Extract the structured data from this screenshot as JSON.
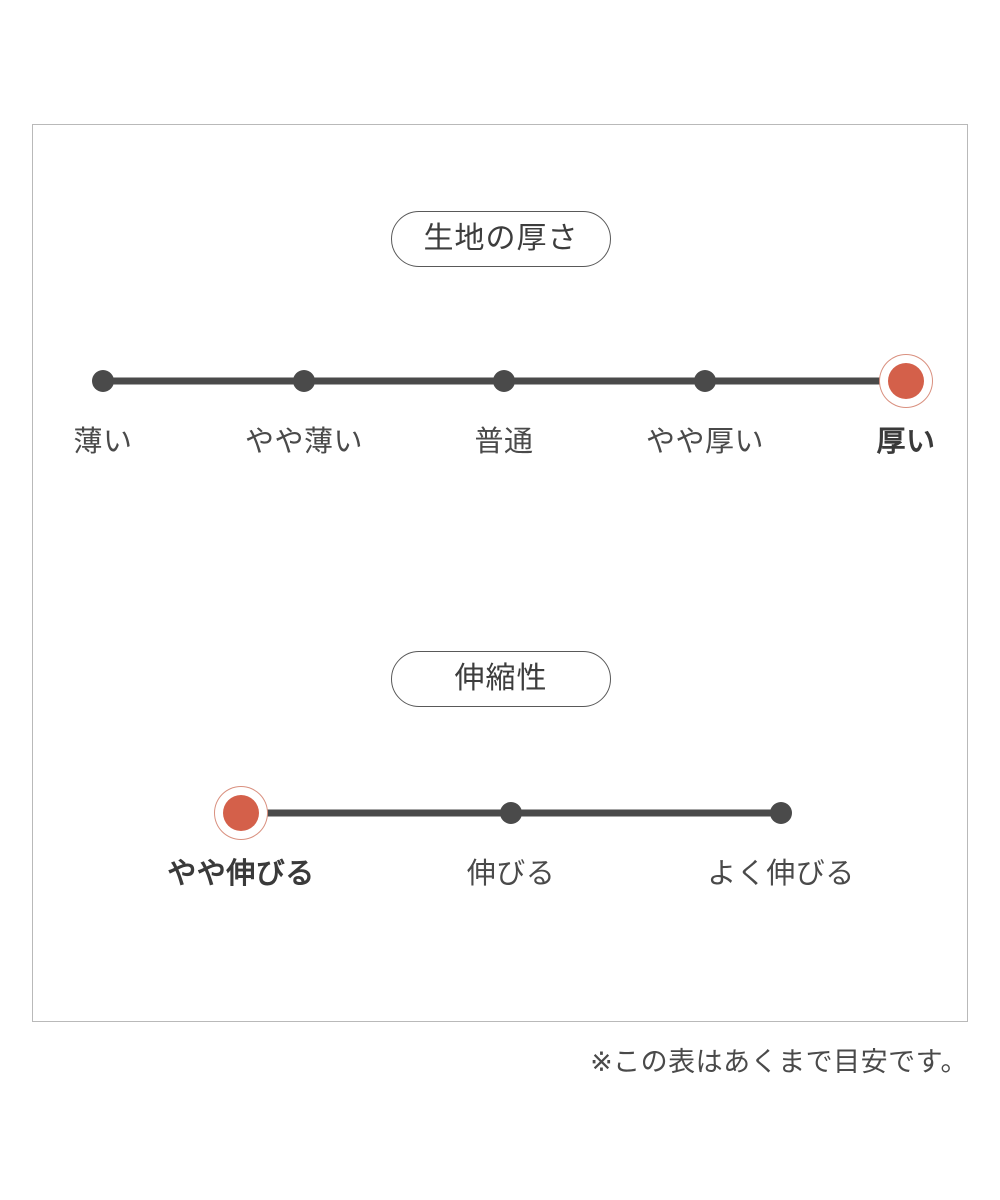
{
  "panel": {
    "border_color": "#b9b9b9"
  },
  "colors": {
    "selected_fill": "#d4604a",
    "selected_ring": "#d9907f",
    "dot": "#4a4a4a",
    "track": "#4a4a4a",
    "text": "#4a4a4a",
    "pill_border": "#595959"
  },
  "sections": [
    {
      "id": "fabric-thickness",
      "heading": "生地の厚さ",
      "selected_index": 4,
      "options": [
        {
          "label": "薄い",
          "selected": false
        },
        {
          "label": "やや薄い",
          "selected": false
        },
        {
          "label": "普通",
          "selected": false
        },
        {
          "label": "やや厚い",
          "selected": false
        },
        {
          "label": "厚い",
          "selected": true
        }
      ]
    },
    {
      "id": "stretchiness",
      "heading": "伸縮性",
      "selected_index": 0,
      "options": [
        {
          "label": "やや伸びる",
          "selected": true
        },
        {
          "label": "伸びる",
          "selected": false
        },
        {
          "label": "よく伸びる",
          "selected": false
        }
      ]
    }
  ],
  "footnote": "※この表はあくまで目安です。",
  "chart_data": {
    "type": "table",
    "title": "",
    "scales": [
      {
        "name": "生地の厚さ",
        "categories": [
          "薄い",
          "やや薄い",
          "普通",
          "やや厚い",
          "厚い"
        ],
        "values": [
          0,
          0,
          0,
          0,
          1
        ],
        "selected": "厚い",
        "selected_index": 4,
        "scale_min": 1,
        "scale_max": 5,
        "rating": 5
      },
      {
        "name": "伸縮性",
        "categories": [
          "やや伸びる",
          "伸びる",
          "よく伸びる"
        ],
        "values": [
          1,
          0,
          0
        ],
        "selected": "やや伸びる",
        "selected_index": 0,
        "scale_min": 1,
        "scale_max": 3,
        "rating": 1
      }
    ],
    "note": "※この表はあくまで目安です。",
    "xlabel": "",
    "ylabel": "",
    "legend": []
  }
}
